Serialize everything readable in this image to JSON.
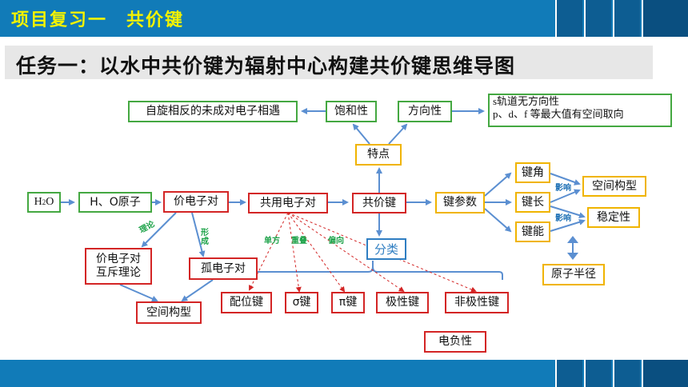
{
  "header": {
    "title": "项目复习一　共价键"
  },
  "subtitle": "任务一：以水中共价键为辐射中心构建共价键思维导图",
  "nodes": {
    "h2o": {
      "main": "H",
      "sub": "2",
      "tail": "O"
    },
    "h_o_atoms": "H、O原子",
    "valence_electron_pair": "价电子对",
    "shared_electron_pair": "共用电子对",
    "covalent_bond": "共价键",
    "bond_parameters": "键参数",
    "features": "特点",
    "saturation": "饱和性",
    "directionality": "方向性",
    "saturation_note": "自旋相反的未成对电子相遇",
    "directionality_note": [
      "s轨道无方向性",
      "p、d、f 等最大值有空间取向"
    ],
    "classification": "分类",
    "bond_angle": "键角",
    "bond_length": "键长",
    "bond_energy": "键能",
    "spatial_structure_right": "空间构型",
    "stability": "稳定性",
    "atomic_radius": "原子半径",
    "vsepr_theory": [
      "价电子对",
      "互斥理论"
    ],
    "lone_pair": "孤电子对",
    "spatial_structure_left": "空间构型",
    "coordinate_bond": "配位键",
    "sigma_bond": "σ键",
    "pi_bond": "π键",
    "polar_bond": "极性键",
    "nonpolar_bond": "非极性键",
    "electronegativity": "电负性"
  },
  "edge_labels": {
    "theory": "理论",
    "form": "形成",
    "one_side": "单方",
    "overlap": "重叠",
    "shift": "偏向",
    "influence_1": "影响",
    "influence_2": "影响"
  },
  "colors": {
    "bar": "#117bb8",
    "title_text": "#f2f200",
    "green": "#44a841",
    "red": "#d32525",
    "yellow": "#f0b400",
    "blue": "#2f7ec2",
    "arrow": "#5b8fd1"
  }
}
